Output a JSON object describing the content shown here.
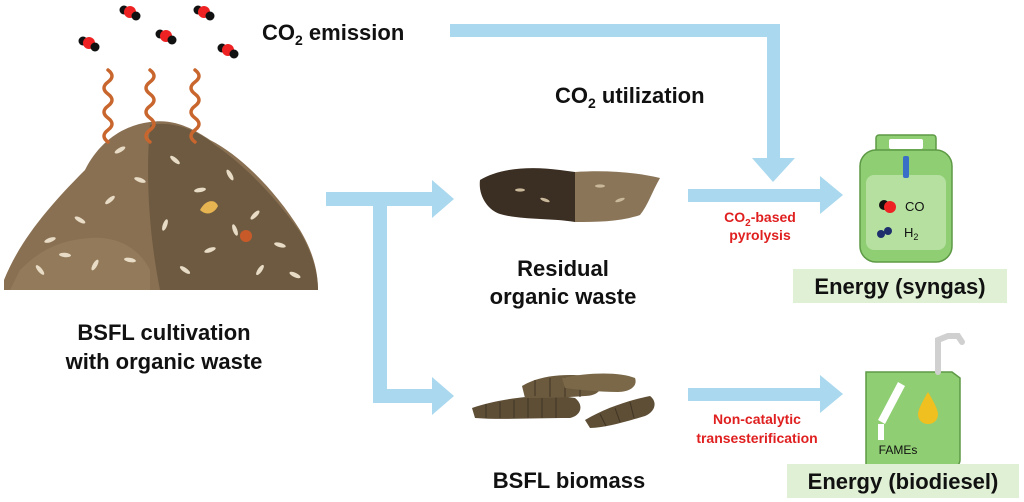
{
  "labels": {
    "co2_emission": {
      "main": "CO",
      "sub": "2",
      "rest": " emission"
    },
    "co2_utilization": {
      "main": "CO",
      "sub": "2",
      "rest": " utilization"
    },
    "source_line1": "BSFL cultivation",
    "source_line2": "with organic waste",
    "residual_line1": "Residual",
    "residual_line2": "organic waste",
    "biomass": "BSFL biomass",
    "pyrolysis_line1": {
      "main": "CO",
      "sub": "2",
      "rest": "-based"
    },
    "pyrolysis_line2": "pyrolysis",
    "transest_line1": "Non-catalytic",
    "transest_line2": "transesterification",
    "energy_syngas": "Energy (syngas)",
    "energy_biodiesel": "Energy (biodiesel)",
    "tank_co": "CO",
    "tank_h2": {
      "main": "H",
      "sub": "2"
    },
    "can_fames": "FAMEs"
  },
  "colors": {
    "arrow": "#a9d8ef",
    "label_red": "#e02020",
    "energy_box": "#dff0d4",
    "tank_green": "#8fce72",
    "waste_brown": "#7a6448",
    "larva_brown": "#6b5a3e",
    "vapor_orange": "#c8662e"
  },
  "icons": [
    "co2-molecule-icon",
    "vapor-wave-icon",
    "gas-tank-icon",
    "fuel-can-icon",
    "larva-icon",
    "waste-pile-icon"
  ]
}
